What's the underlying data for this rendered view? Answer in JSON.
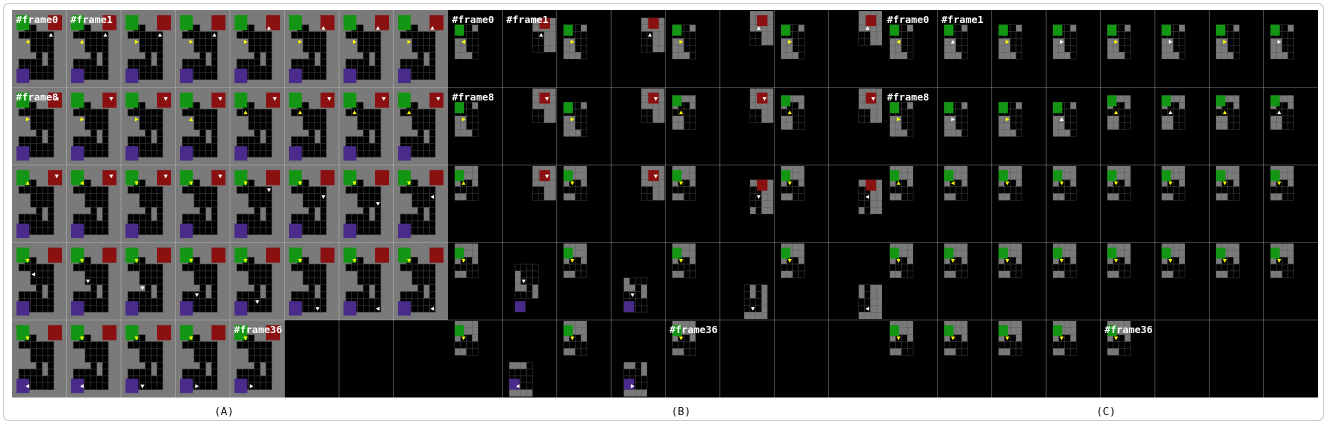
{
  "panels": [
    {
      "caption": "(A)",
      "view": "full",
      "frame_labels": [
        {
          "index": 0,
          "text": "#frame0"
        },
        {
          "index": 1,
          "text": "#frame1"
        },
        {
          "index": 8,
          "text": "#frame8"
        },
        {
          "index": 36,
          "text": "#frame36"
        }
      ]
    },
    {
      "caption": "(B)",
      "view": "partial-observation",
      "frame_labels": [
        {
          "index": 0,
          "text": "#frame0"
        },
        {
          "index": 1,
          "text": "#frame1"
        },
        {
          "index": 8,
          "text": "#frame8"
        },
        {
          "index": 36,
          "text": "#frame36"
        }
      ]
    },
    {
      "caption": "(C)",
      "view": "partial-observation",
      "frame_labels": [
        {
          "index": 0,
          "text": "#frame0"
        },
        {
          "index": 1,
          "text": "#frame1"
        },
        {
          "index": 8,
          "text": "#frame8"
        },
        {
          "index": 36,
          "text": "#frame36"
        }
      ]
    }
  ],
  "grid": {
    "columns": 8,
    "rows": 5,
    "frames_shown": 37
  },
  "colors": {
    "wall": "#7a7a7a",
    "floor": "#000000",
    "cell_line": "#3a3a3a",
    "green_goal": "#139613",
    "red_goal": "#8b1010",
    "purple_goal": "#4a2a8a",
    "agent_yellow": "#ffff00",
    "agent_white": "#ffffff",
    "divider": "#d8d8d8"
  }
}
